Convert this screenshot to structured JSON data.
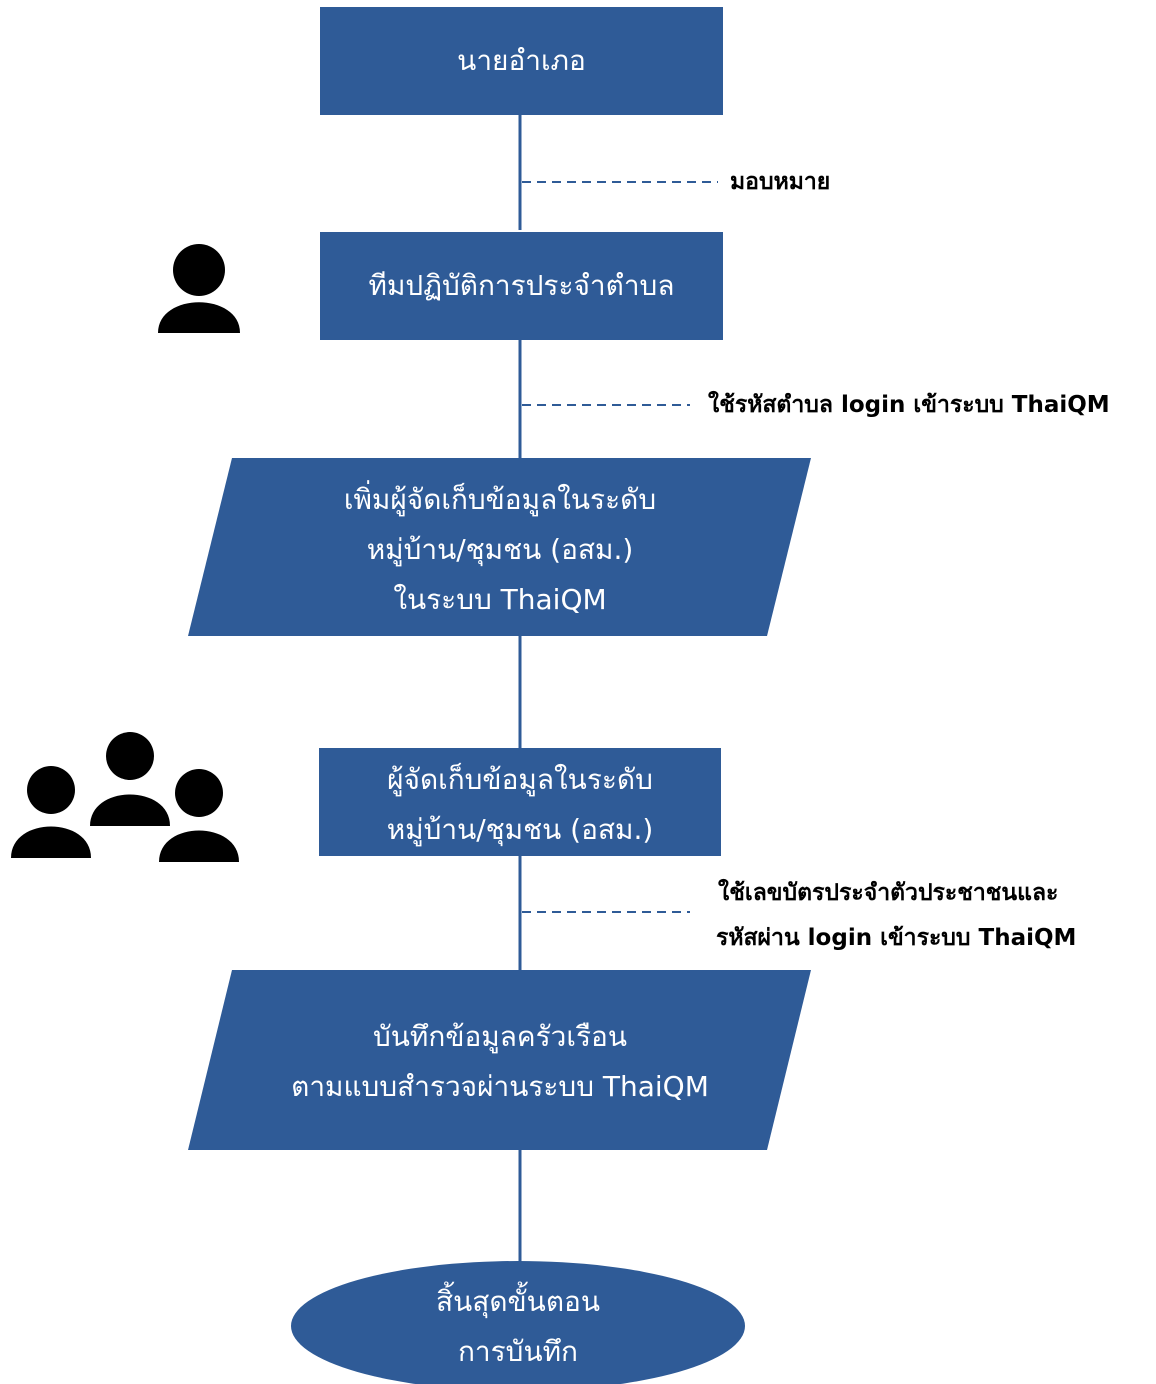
{
  "colors": {
    "box_fill": "#2f5b97",
    "line": "#2f5b97",
    "text_on_box": "#ffffff",
    "note_text": "#000000",
    "icon": "#000000"
  },
  "nodes": {
    "district_chief": "นายอำเภอ",
    "subdistrict_team": "ทีมปฏิบัติการประจำตำบล",
    "add_collectors": [
      "เพิ่มผู้จัดเก็บข้อมูลในระดับ",
      "หมู่บ้าน/ชุมชน (อสม.)",
      "ในระบบ ThaiQM"
    ],
    "collectors": [
      "ผู้จัดเก็บข้อมูลในระดับ",
      "หมู่บ้าน/ชุมชน (อสม.)"
    ],
    "record_household": [
      "บันทึกข้อมูลครัวเรือน",
      "ตามแบบสำรวจผ่านระบบ ThaiQM"
    ],
    "end": [
      "สิ้นสุดขั้นตอน",
      "การบันทึก"
    ]
  },
  "notes": {
    "assign": "มอบหมาย",
    "subdistrict_login": "ใช้รหัสตำบล login เข้าระบบ ThaiQM",
    "citizen_login": [
      "ใช้เลขบัตรประจำตัวประชาชนและ",
      "รหัสผ่าน login เข้าระบบ ThaiQM"
    ]
  },
  "icons": {
    "single_person": "person-icon",
    "group": "people-group-icon"
  }
}
